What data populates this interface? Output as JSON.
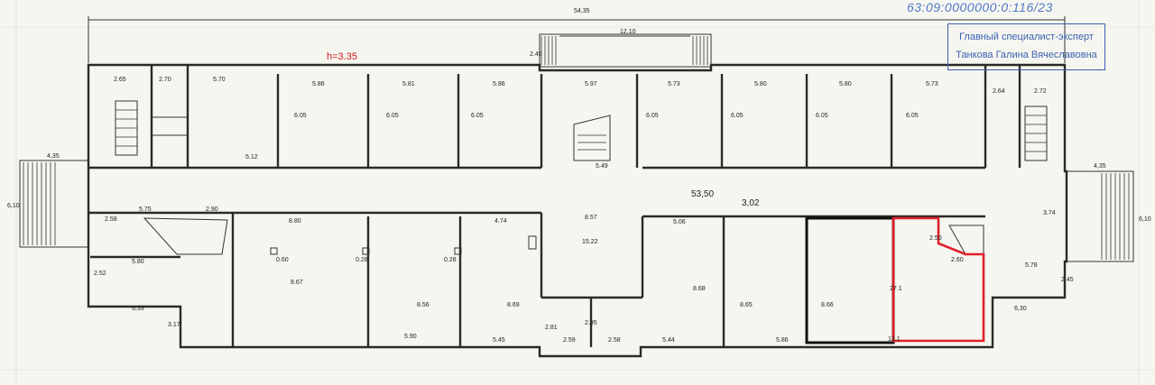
{
  "overall_length": "54,35",
  "height_label": "h=3.35",
  "corridor_length": "53,50",
  "corridor_width": "3,02",
  "cadastral_number": "63:09:0000000:0:116/23",
  "stamp": {
    "line1": "Главный специалист-эксперт",
    "line2": "Танкова Галина Вячеславовна"
  },
  "colors": {
    "highlight": "#e0202a",
    "selection": "#111111",
    "stamp": "#3a5fb0"
  },
  "dims_top": [
    "2.65",
    "2.70",
    "5.70",
    "5.86",
    "5.81",
    "5.86",
    "5.97",
    "5.73",
    "5.80",
    "5.80",
    "5.73",
    "2.64",
    "2.72"
  ],
  "dims_misc": {
    "porch_top": "12,10",
    "porch_side": "2.40",
    "left_stair_w": "4,35",
    "left_stair_h": "6,10",
    "right_stair_w": "4,35",
    "right_stair_h": "6,10",
    "room_depth_top": "6.05",
    "corr_left": "5.12",
    "corr_mid": "5.49",
    "hall_w": "8.57",
    "hall_h": "15.22",
    "bottom_left": "6,33",
    "bottom_right": "6,30",
    "left_wing_h": "3.17",
    "b1": "8.80",
    "b2": "4.74",
    "b3": "5.06",
    "b4": "3.74",
    "b5": "2.58",
    "b6": "5.75",
    "b7": "2.90",
    "h1": "8.67",
    "h2": "8.56",
    "h3": "8.69",
    "h4": "8.68",
    "h5": "8.65",
    "h6": "8.66",
    "f1": "5.90",
    "f2": "5.45",
    "f3": "5.44",
    "f4": "5.86",
    "w1": "2.59",
    "w2": "2.58",
    "w3": "2.95",
    "w4": "2.81",
    "sm1": "2.52",
    "sm2": "5.80",
    "sm3": "5.78",
    "sm4": "2.45",
    "col": "0.60",
    "col2": "0.28",
    "hl_dim": "2.50",
    "hl_dim2": "2.60",
    "hl_h": "27.1",
    "hl_w": "12.1"
  }
}
